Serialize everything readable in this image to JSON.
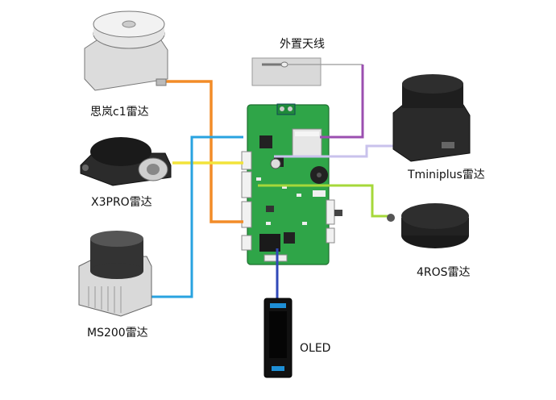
{
  "labels": {
    "antenna": "外置天线",
    "lidar_c1": "思岚c1雷达",
    "lidar_x3pro": "X3PRO雷达",
    "lidar_ms200": "MS200雷达",
    "lidar_tminiplus": "Tminiplus雷达",
    "lidar_4ros": "4ROS雷达",
    "oled": "OLED"
  },
  "wire_colors": {
    "c1": "#f28c28",
    "x3pro": "#f2e33a",
    "ms200": "#29a3e0",
    "antenna": "#9b4fb0",
    "tminiplus": "#c9c2ec",
    "ros4": "#a6d83a",
    "oled": "#3049b8"
  }
}
